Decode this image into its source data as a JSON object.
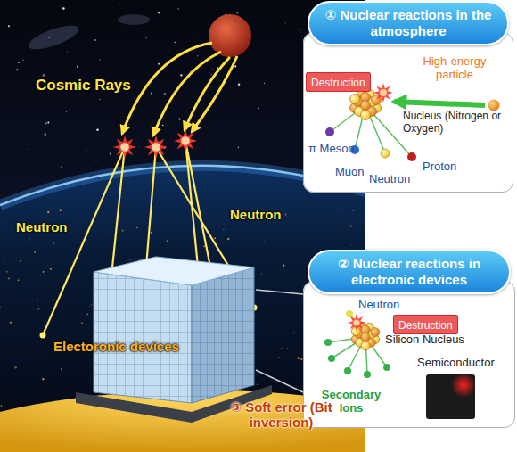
{
  "diagram": {
    "nodes": [
      {
        "text": [
          "① Nuclear reactions in the atmosphere"
        ]
      },
      {
        "text": [
          "Destruction"
        ],
        "in": 0
      },
      {
        "text": [
          "② Nuclear reactions in electronic devices"
        ]
      },
      {
        "text": [
          "Destruction"
        ],
        "in": 2
      }
    ],
    "labels": [
      "Cosmic Rays",
      "Neutron",
      "Neutron",
      "Electoronic devices",
      "③ Soft error (Bit inversion)",
      "High-energy particle",
      "Nucleus (Nitrogen or Oxygen)",
      "π Meson",
      "Proton",
      "Muon",
      "Neutron",
      "Neutron",
      "Silicon Nucleus",
      "Semiconductor",
      "Secondary Ions"
    ]
  }
}
